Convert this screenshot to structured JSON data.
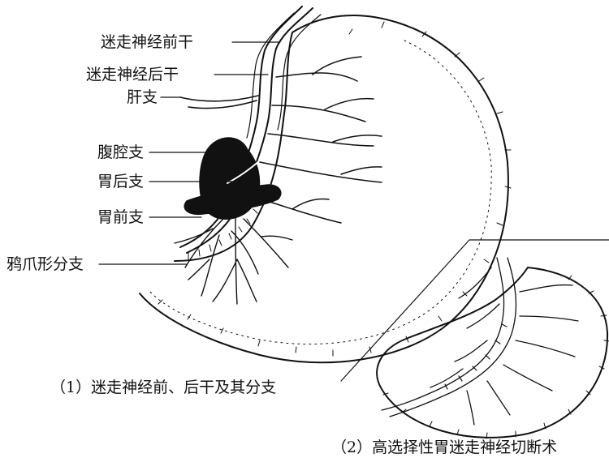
{
  "labels": {
    "anterior_trunk": "迷走神经前干",
    "posterior_trunk": "迷走神经后干",
    "hepatic_branch": "肝支",
    "celiac_branch": "腹腔支",
    "posterior_gastric_branch": "胃后支",
    "anterior_gastric_branch": "胃前支",
    "crow_foot_branch": "鸦爪形分支"
  },
  "captions": {
    "figure_1": "（1）迷走神经前、后干及其分支",
    "figure_2": "（2）高选择性胃迷走神经切断术"
  },
  "colors": {
    "ink": "#111111",
    "background": "#ffffff"
  }
}
